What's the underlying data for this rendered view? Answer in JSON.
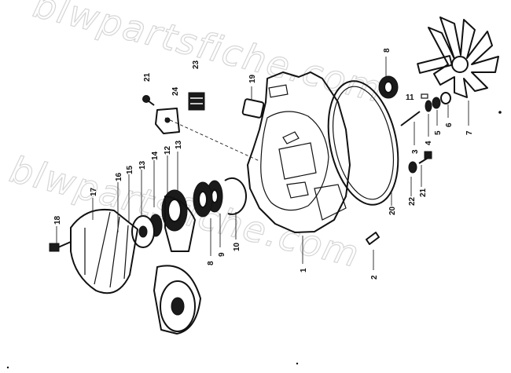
{
  "watermark": {
    "text": "blwpartsfiche.com"
  },
  "callouts": [
    {
      "id": "1",
      "label": "1"
    },
    {
      "id": "2",
      "label": "2"
    },
    {
      "id": "3",
      "label": "3"
    },
    {
      "id": "4",
      "label": "4"
    },
    {
      "id": "5",
      "label": "5"
    },
    {
      "id": "6",
      "label": "6"
    },
    {
      "id": "7",
      "label": "7"
    },
    {
      "id": "8",
      "label": "8"
    },
    {
      "id": "8b",
      "label": "8"
    },
    {
      "id": "9",
      "label": "9"
    },
    {
      "id": "10",
      "label": "10"
    },
    {
      "id": "11",
      "label": "11"
    },
    {
      "id": "12",
      "label": "12"
    },
    {
      "id": "13a",
      "label": "13"
    },
    {
      "id": "13b",
      "label": "13"
    },
    {
      "id": "14",
      "label": "14"
    },
    {
      "id": "15",
      "label": "15"
    },
    {
      "id": "16",
      "label": "16"
    },
    {
      "id": "17",
      "label": "17"
    },
    {
      "id": "18",
      "label": "18"
    },
    {
      "id": "19",
      "label": "19"
    },
    {
      "id": "20",
      "label": "20"
    },
    {
      "id": "21a",
      "label": "21"
    },
    {
      "id": "21b",
      "label": "21"
    },
    {
      "id": "22",
      "label": "22"
    },
    {
      "id": "23",
      "label": "23"
    },
    {
      "id": "24",
      "label": "24"
    }
  ]
}
